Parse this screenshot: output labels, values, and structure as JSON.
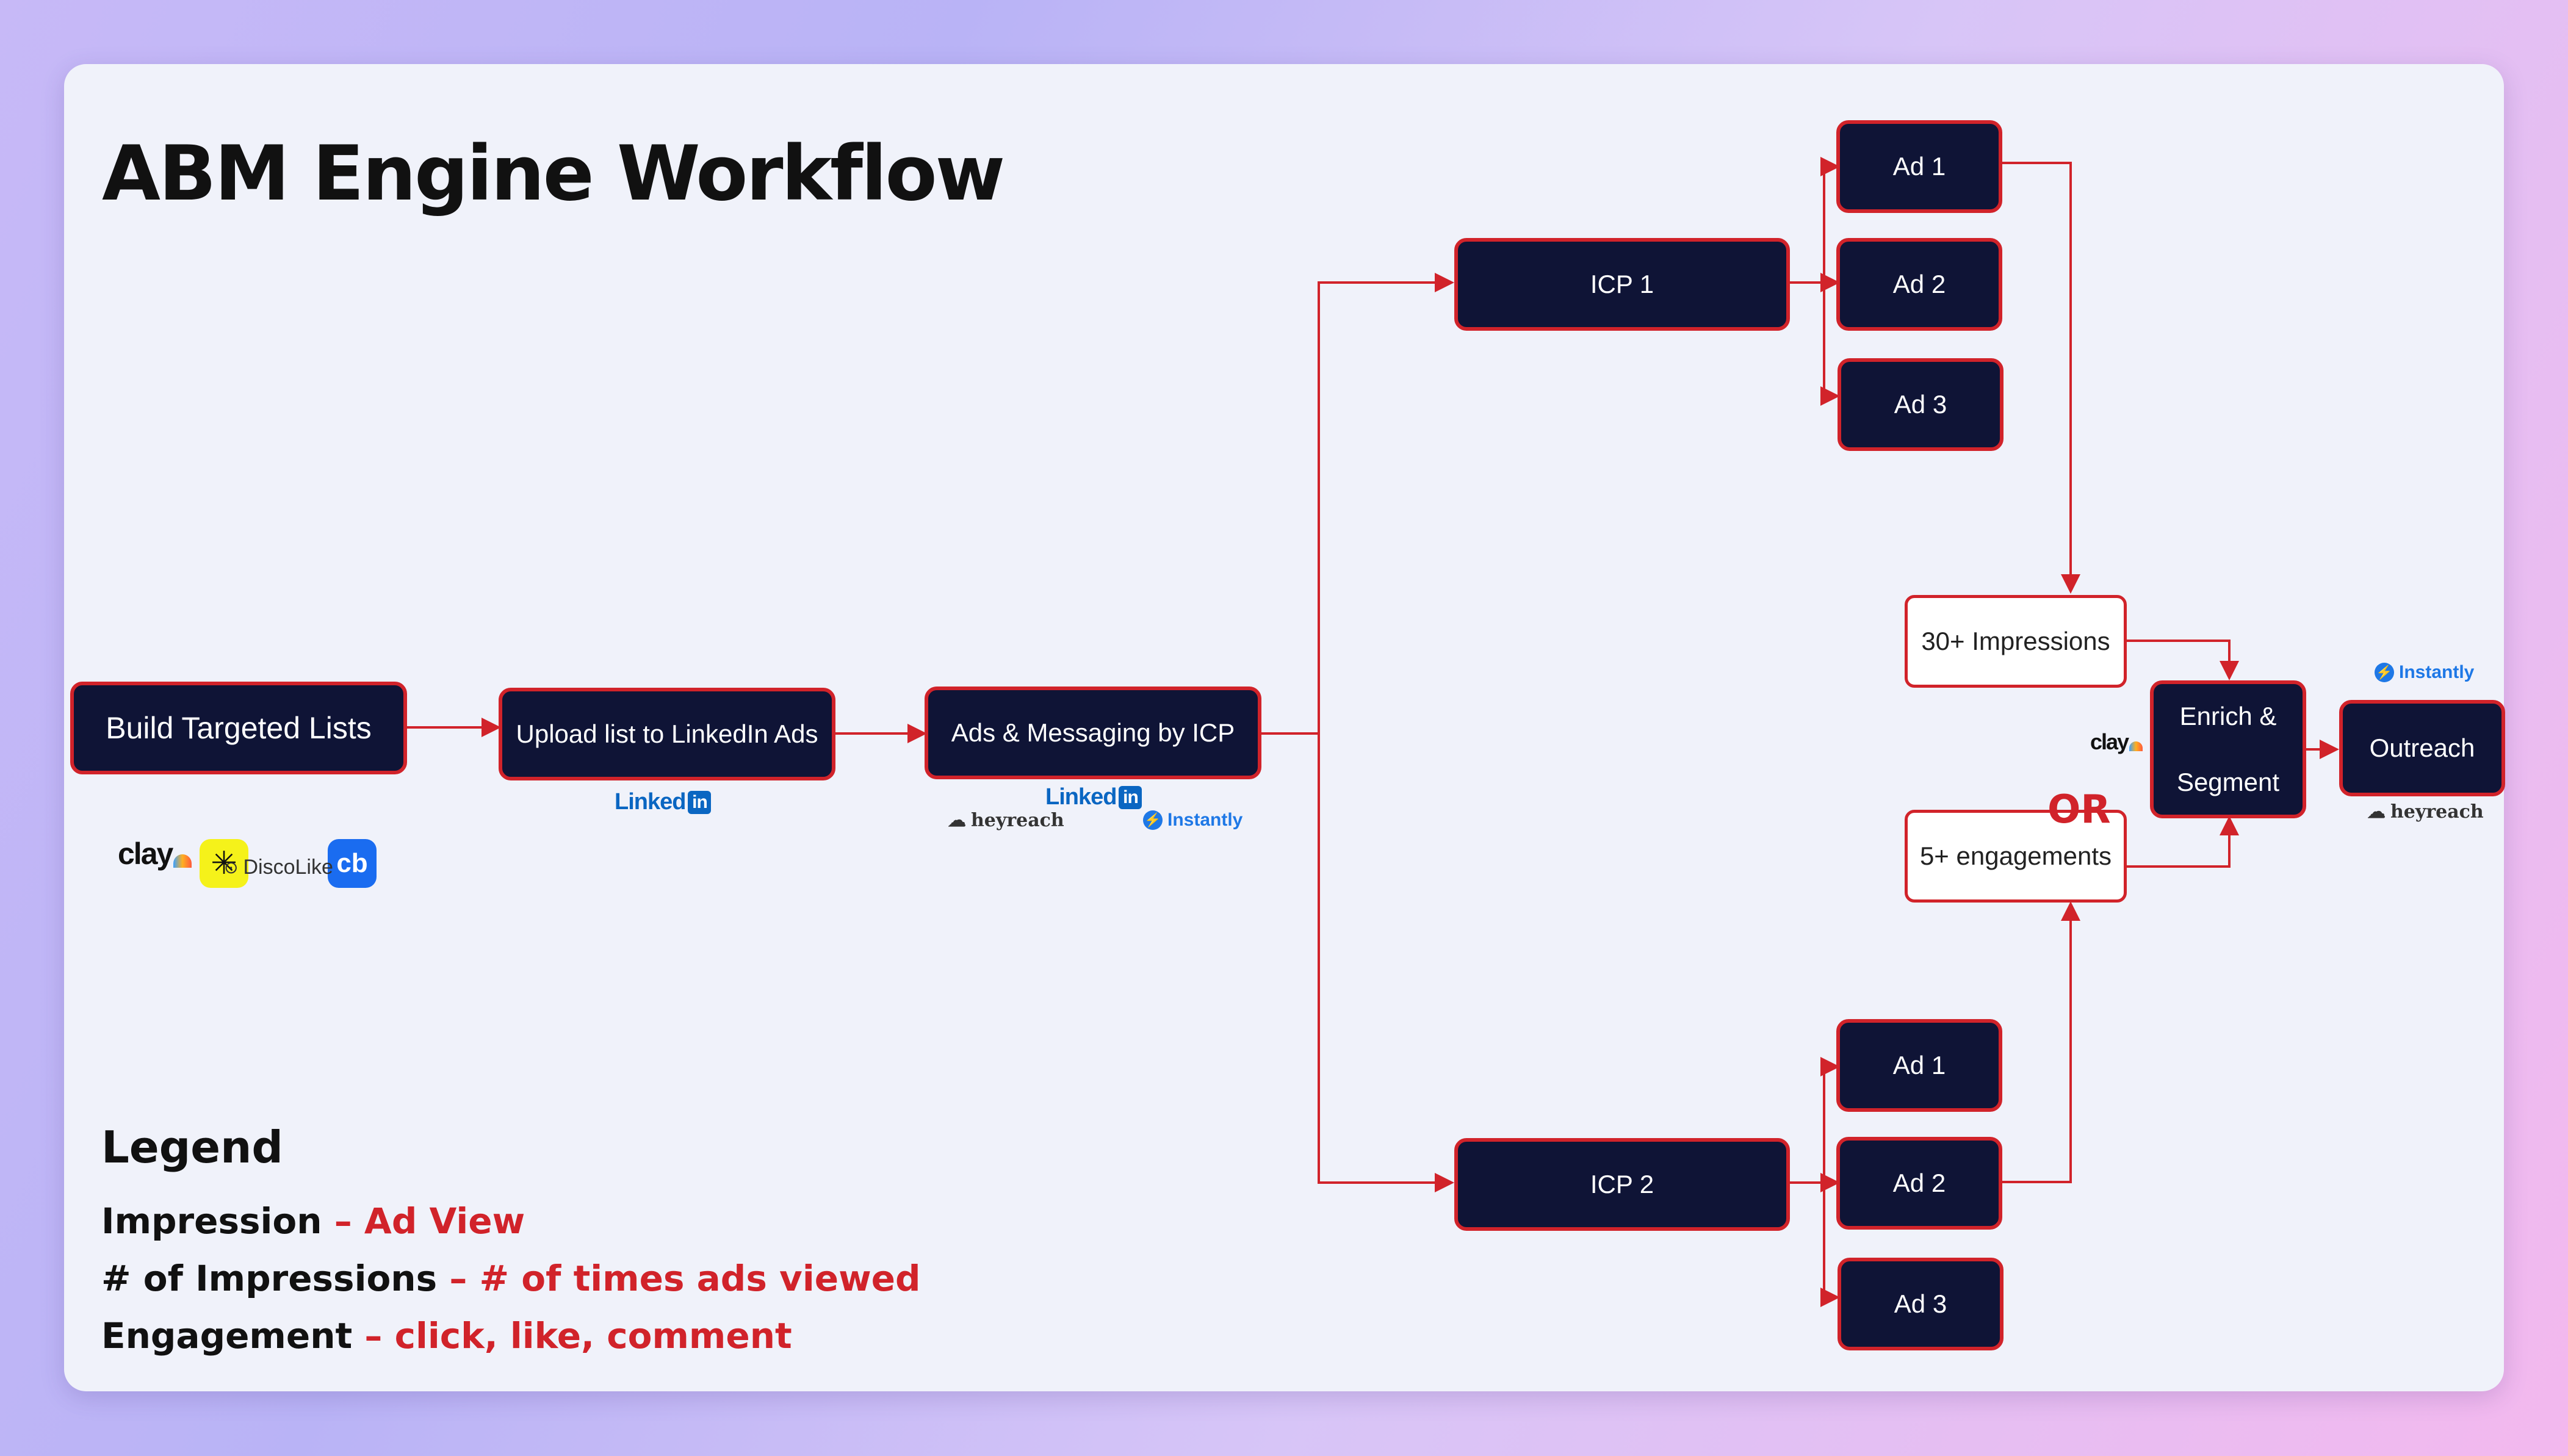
{
  "title": "ABM Engine Workflow",
  "nodes": {
    "build_lists": "Build Targeted Lists",
    "upload_list": "Upload list to LinkedIn Ads",
    "ads_messaging": "Ads & Messaging by ICP",
    "icp1": "ICP 1",
    "icp2": "ICP 2",
    "icp1_ads": [
      "Ad 1",
      "Ad 2",
      "Ad 3"
    ],
    "icp2_ads": [
      "Ad 1",
      "Ad 2",
      "Ad 3"
    ],
    "impressions": "30+ Impressions",
    "engagements": "5+ engagements",
    "or_label": "OR",
    "enrich_line1": "Enrich &",
    "enrich_line2": "Segment",
    "outreach": "Outreach"
  },
  "logos": {
    "clay": "clay",
    "discolike": "DiscoLike",
    "cb": "cb",
    "linkedin": "Linked",
    "linkedin_in": "in",
    "heyreach": "heyreach",
    "instantly": "Instantly"
  },
  "icons": [
    "asterisk-icon",
    "crunchbase-icon",
    "linkedin-icon",
    "heyreach-icon",
    "instantly-bolt-icon",
    "clay-icon",
    "discolike-icon"
  ],
  "legend": {
    "title": "Legend",
    "rows": [
      {
        "term": "Impression",
        "definition": " – Ad View"
      },
      {
        "term": "# of Impressions",
        "definition": " – # of times ads viewed"
      },
      {
        "term": "Engagement",
        "definition": " – click, like, comment"
      }
    ]
  },
  "colors": {
    "node_fill": "#0f1436",
    "accent_red": "#d1232a",
    "card_bg": "#f0f2fa"
  }
}
